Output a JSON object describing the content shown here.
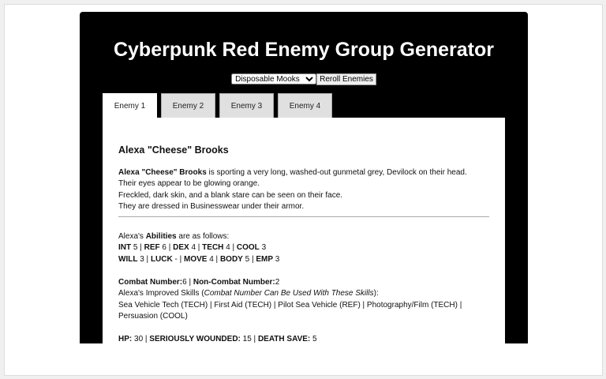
{
  "title": "Cyberpunk Red Enemy Group Generator",
  "controls": {
    "group_select": "Disposable Mooks",
    "reroll_label": "Reroll Enemies"
  },
  "tabs": [
    {
      "label": "Enemy 1",
      "active": true
    },
    {
      "label": "Enemy 2"
    },
    {
      "label": "Enemy 3"
    },
    {
      "label": "Enemy 4"
    }
  ],
  "enemy": {
    "name": "Alexa \"Cheese\" Brooks",
    "desc1": " is sporting a very long, washed-out gunmetal grey, Devilock on their head.",
    "desc2": "Their eyes appear to be glowing orange.",
    "desc3": "Freckled, dark skin, and a blank stare can be seen on their face.",
    "desc4": "They are dressed in Businesswear under their armor.",
    "abilities_prefix": "Alexa's ",
    "abilities_label": "Abilities",
    "abilities_suffix": " are as follows:",
    "stats": [
      {
        "k": "INT",
        "v": "5"
      },
      {
        "k": "REF",
        "v": "6"
      },
      {
        "k": "DEX",
        "v": "4"
      },
      {
        "k": "TECH",
        "v": "4"
      },
      {
        "k": "COOL",
        "v": "3"
      },
      {
        "k": "WILL",
        "v": "3"
      },
      {
        "k": "LUCK",
        "v": "-"
      },
      {
        "k": "MOVE",
        "v": "4"
      },
      {
        "k": "BODY",
        "v": "5"
      },
      {
        "k": "EMP",
        "v": "3"
      }
    ],
    "combat_label": "Combat Number:",
    "combat": "6",
    "noncombat_label": "Non-Combat Number:",
    "noncombat": "2",
    "skills_prefix": "Alexa's Improved Skills (",
    "skills_note": "Combat Number Can Be Used With These Skills",
    "skills_suffix": "):",
    "skills": "Sea Vehicle Tech (TECH) | First Aid (TECH) | Pilot Sea Vehicle (REF) | Photography/Film (TECH) | Persuasion (COOL)",
    "hp_label": "HP:",
    "hp": "30",
    "sw_label": "SERIOUSLY WOUNDED:",
    "sw": "15",
    "ds_label": "DEATH SAVE:",
    "ds": "5"
  }
}
